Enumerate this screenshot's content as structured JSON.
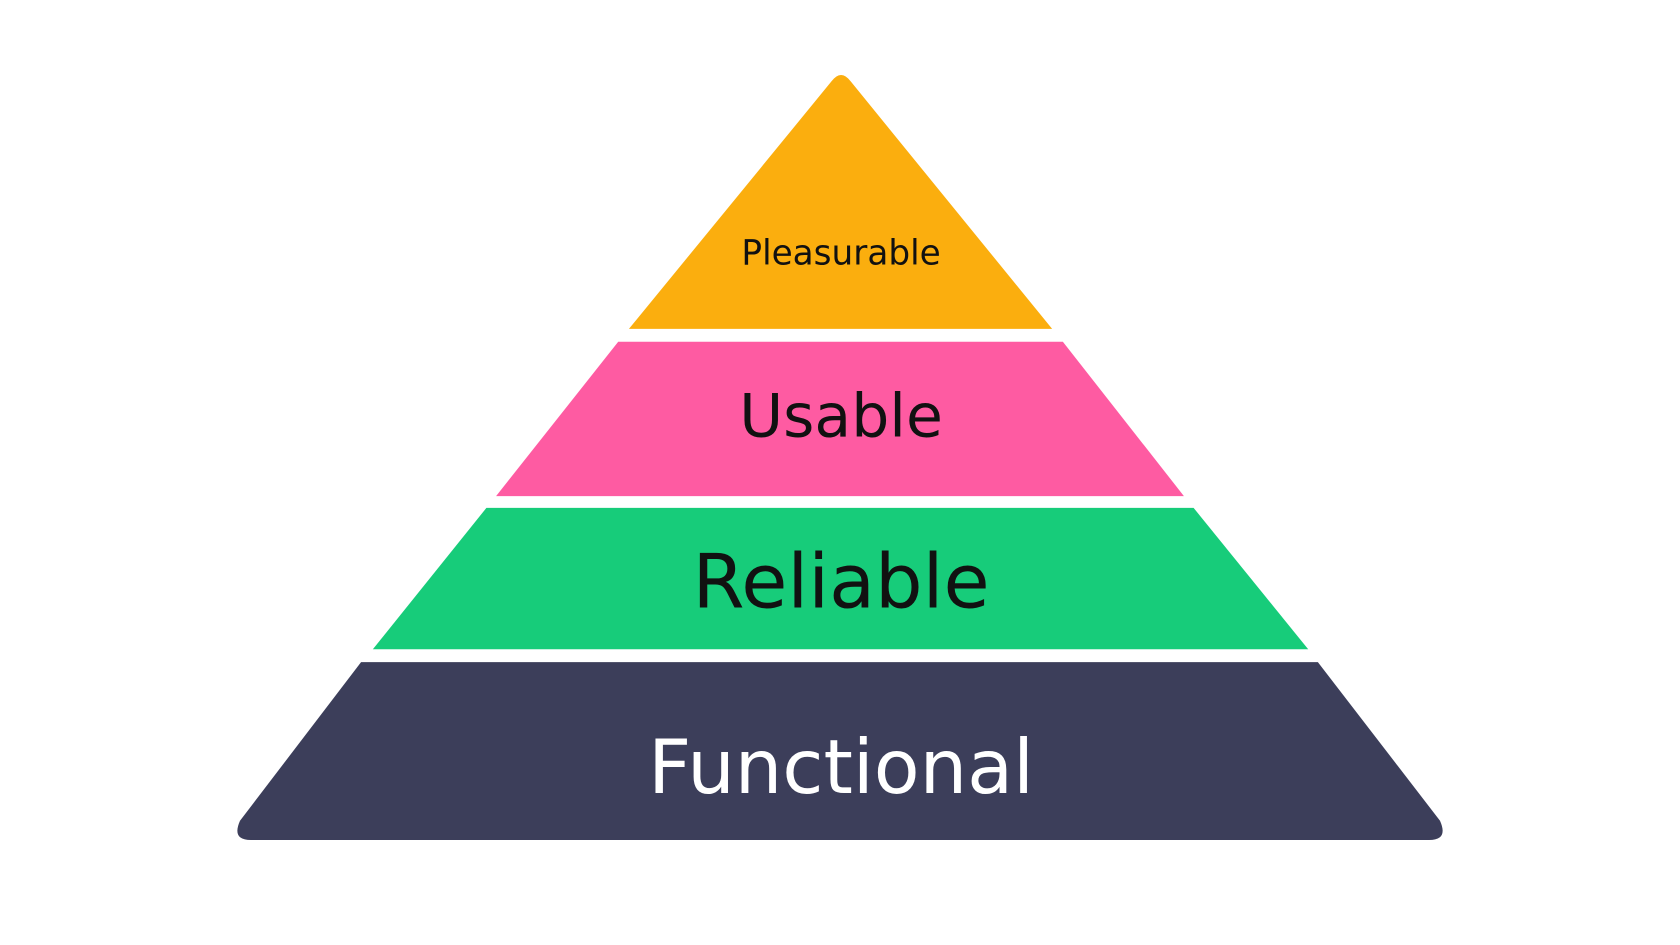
{
  "levels": [
    {
      "label": "Pleasurable",
      "color": "#FBAE0E",
      "text_color": "#111111"
    },
    {
      "label": "Usable",
      "color": "#FE5BA2",
      "text_color": "#111111"
    },
    {
      "label": "Reliable",
      "color": "#17CC7A",
      "text_color": "#111111"
    },
    {
      "label": "Functional",
      "color": "#3C3E5A",
      "text_color": "#FFFFFF"
    }
  ]
}
